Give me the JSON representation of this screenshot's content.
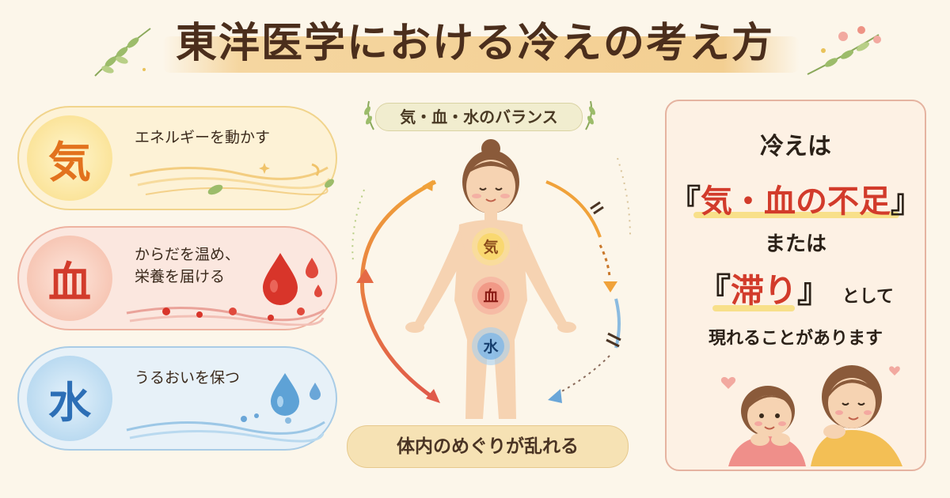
{
  "title": "東洋医学における冷えの考え方",
  "elements": [
    {
      "key": "ki",
      "kanji": "気",
      "lines": [
        "エネルギーを動かす"
      ],
      "color": "#e2721d"
    },
    {
      "key": "ketsu",
      "kanji": "血",
      "lines": [
        "からだを温め、",
        "栄養を届ける"
      ],
      "color": "#d23b2b"
    },
    {
      "key": "sui",
      "kanji": "水",
      "lines": [
        "うるおいを保つ"
      ],
      "color": "#2d6fb6"
    }
  ],
  "center": {
    "balance_label": "気・血・水のバランス",
    "body_markers": [
      "気",
      "血",
      "水"
    ],
    "flow_label": "体内のめぐりが乱れる"
  },
  "right": {
    "line1": "冷えは",
    "line2_open": "『",
    "line2_text": "気・血の不足",
    "line2_close": "』",
    "line3": "または",
    "line4_open": "『",
    "line4_text": "滞り",
    "line4_close": "』",
    "line4_tail": "として",
    "line5": "現れることがあります"
  },
  "colors": {
    "background": "#fcf6ea",
    "accent_red": "#d23b2b",
    "accent_orange": "#f0a23a",
    "accent_blue": "#6aa6d8"
  }
}
